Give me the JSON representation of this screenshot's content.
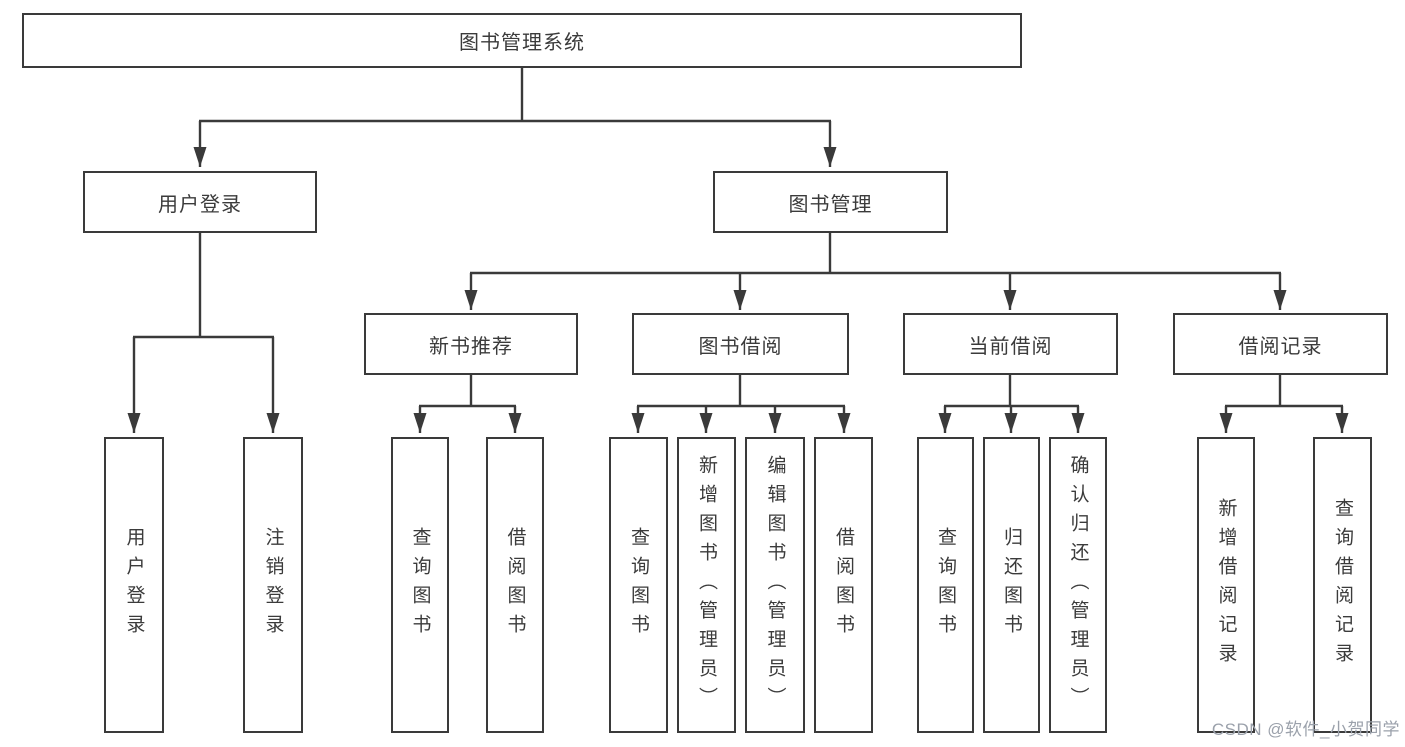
{
  "diagram": {
    "title": "图书管理系统",
    "level2": {
      "user_login": "用户登录",
      "book_mgmt": "图书管理"
    },
    "level3": {
      "new_books": "新书推荐",
      "book_borrow": "图书借阅",
      "current_borrow": "当前借阅",
      "borrow_records": "借阅记录"
    },
    "leaves": {
      "user_login": [
        "用户登录",
        "注销登录"
      ],
      "new_books": [
        "查询图书",
        "借阅图书"
      ],
      "book_borrow": [
        "查询图书",
        "新增图书（管理员）",
        "编辑图书（管理员）",
        "借阅图书"
      ],
      "current_borrow": [
        "查询图书",
        "归还图书",
        "确认归还（管理员）"
      ],
      "borrow_records": [
        "新增借阅记录",
        "查询借阅记录"
      ]
    }
  },
  "watermark": "CSDN @软件_小贺同学",
  "colors": {
    "line": "#3a3a3a",
    "box_border": "#3a3a3a",
    "text": "#3b3b3b",
    "watermark_text": "#9ba1ab",
    "background": "#ffffff"
  }
}
